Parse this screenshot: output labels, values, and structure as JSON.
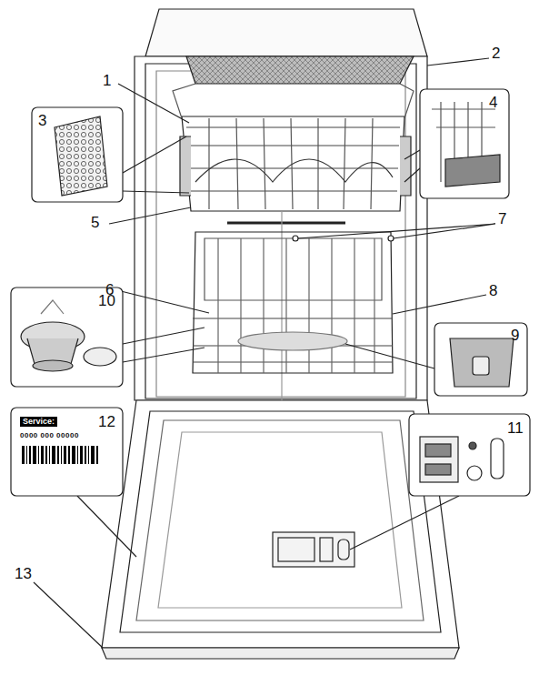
{
  "diagram": {
    "labels": [
      "1",
      "2",
      "3",
      "4",
      "5",
      "6",
      "7",
      "8",
      "9",
      "10",
      "11",
      "12",
      "Service:",
      "0000 000 00000",
      "13"
    ]
  }
}
